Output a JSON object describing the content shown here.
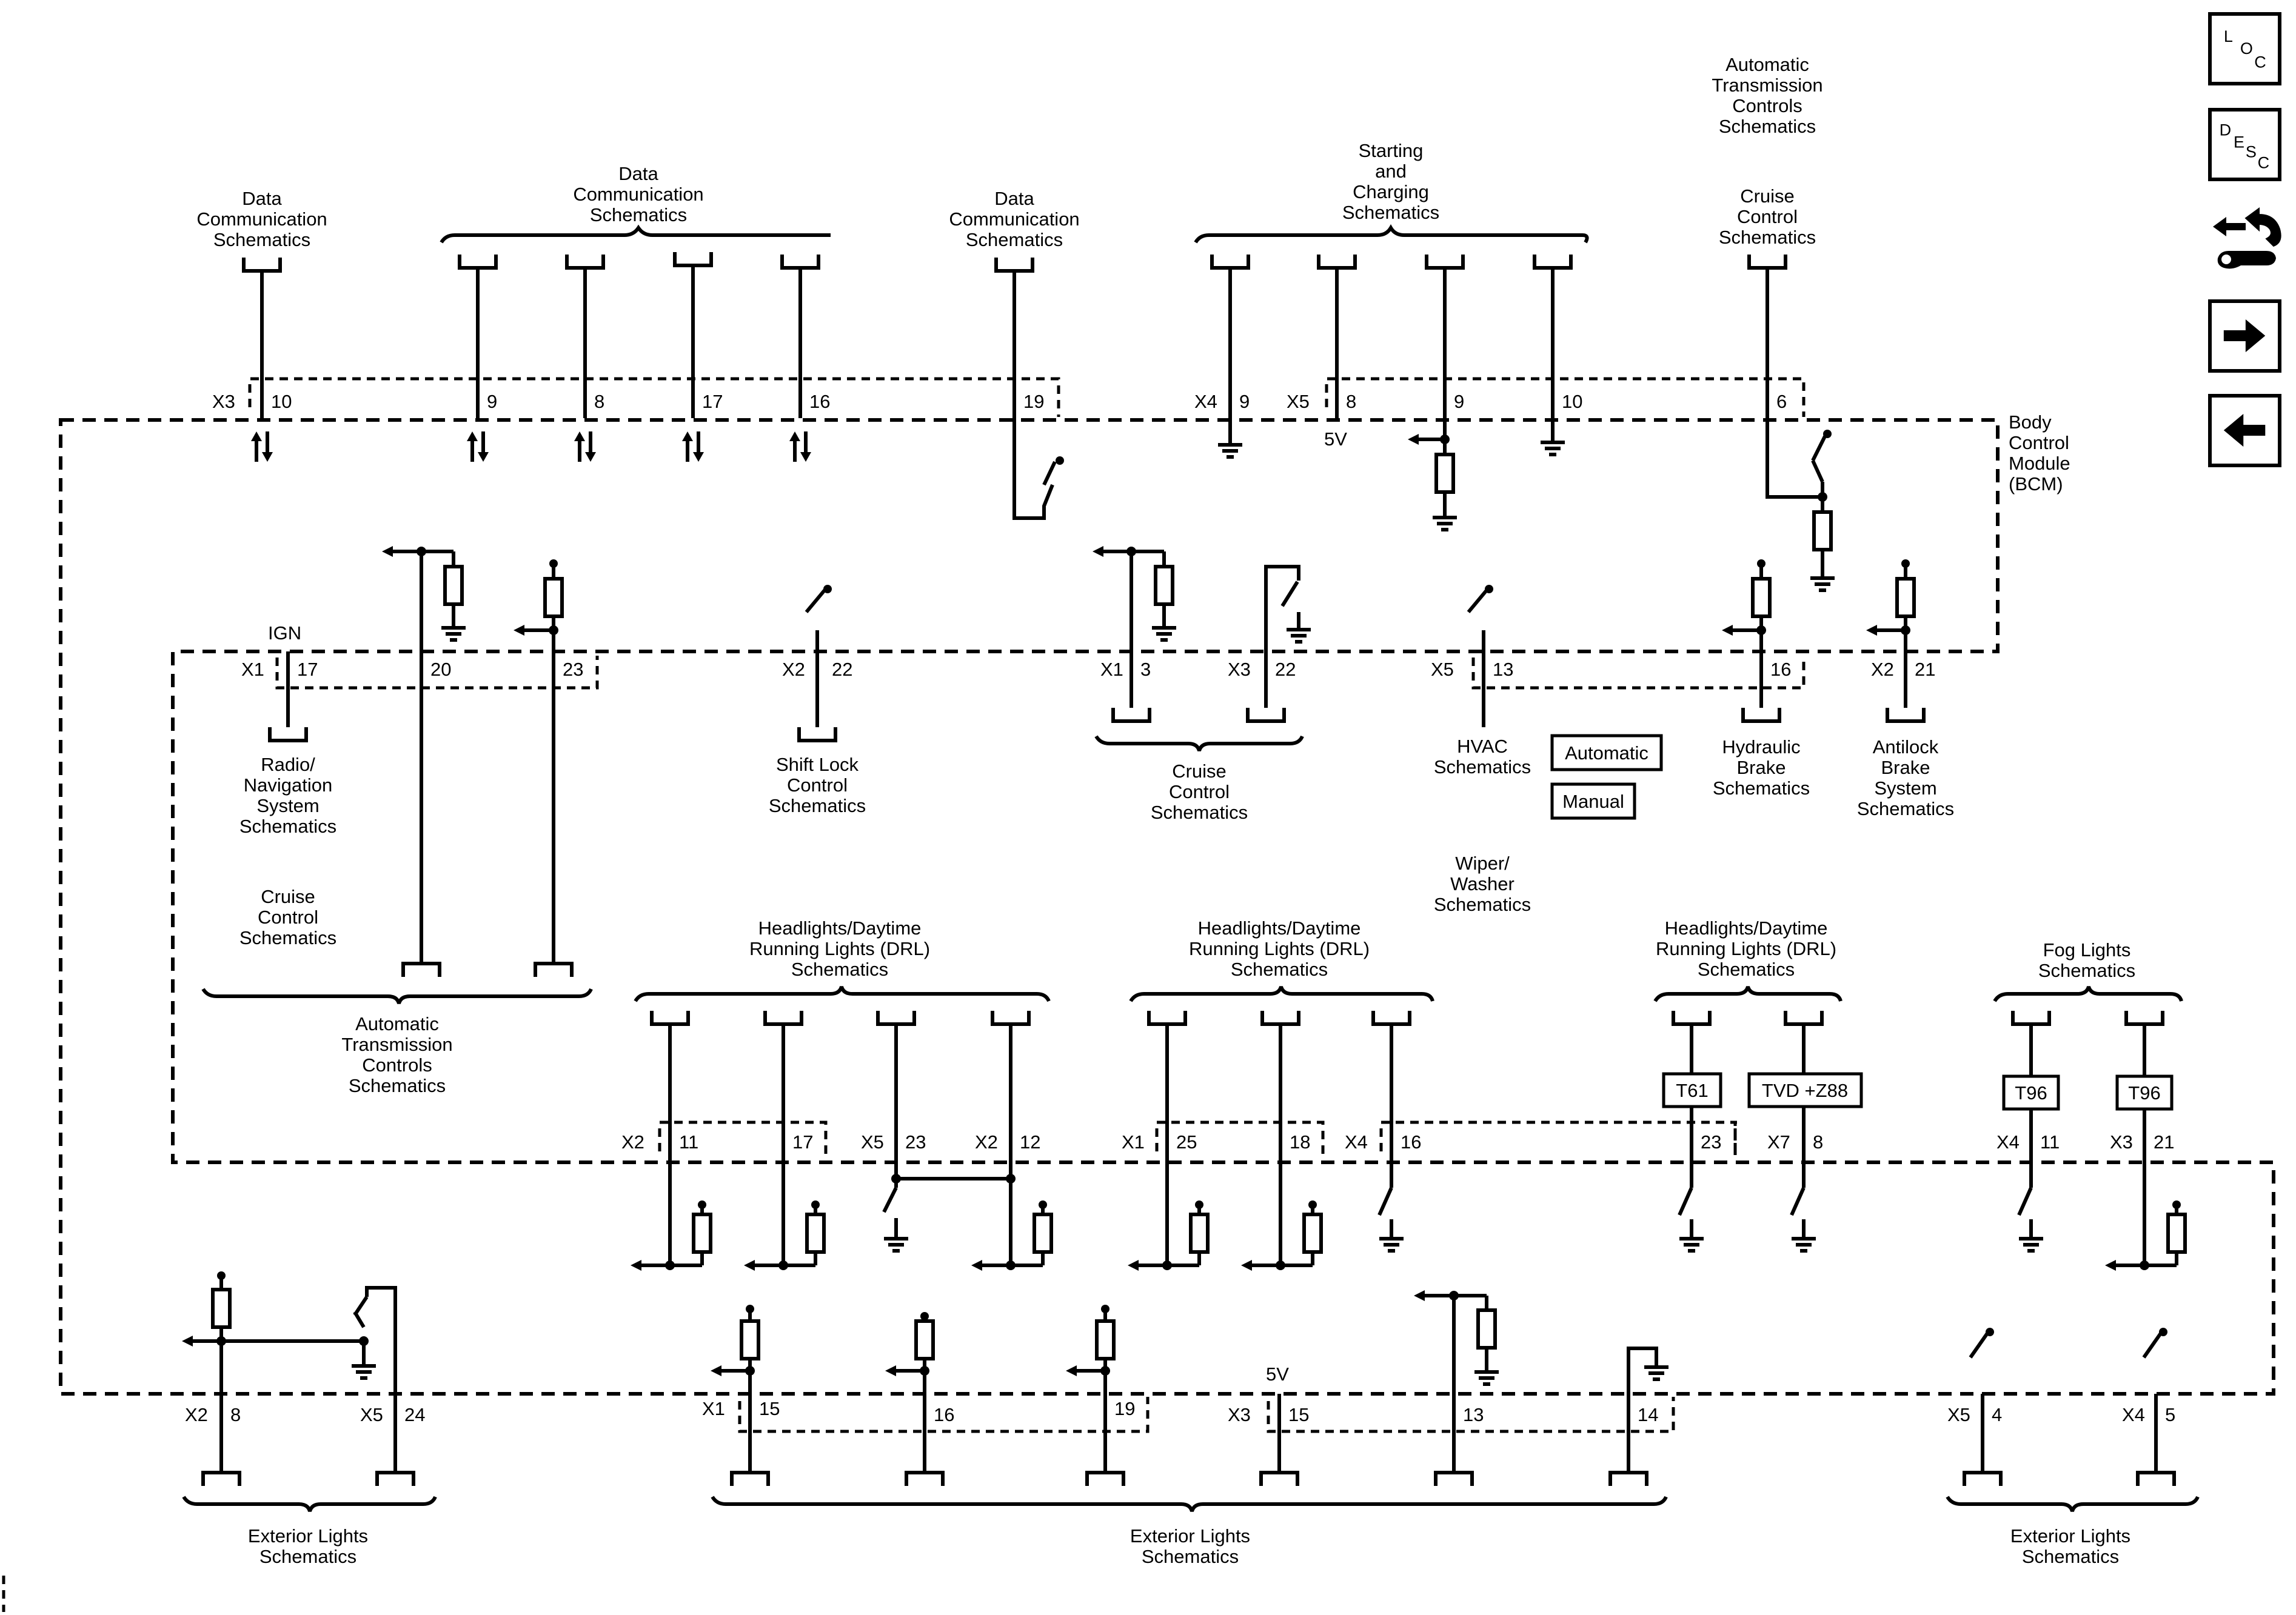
{
  "module": {
    "line1": "Body",
    "line2": "Control",
    "line3": "Module",
    "line4": "(BCM)"
  },
  "refs": {
    "data_comm_a": [
      "Data",
      "Communication",
      "Schematics"
    ],
    "data_comm_b": [
      "Data",
      "Communication",
      "Schematics"
    ],
    "data_comm_c": [
      "Data",
      "Communication",
      "Schematics"
    ],
    "starting": [
      "Starting",
      "and",
      "Charging",
      "Schematics"
    ],
    "auto_trans_top": [
      "Automatic",
      "Transmission",
      "Controls",
      "Schematics"
    ],
    "cruise_top": [
      "Cruise",
      "Control",
      "Schematics"
    ],
    "radio": [
      "Radio/",
      "Navigation",
      "System",
      "Schematics"
    ],
    "shift_lock": [
      "Shift Lock",
      "Control",
      "Schematics"
    ],
    "cruise_mid": [
      "Cruise",
      "Control",
      "Schematics"
    ],
    "hvac": [
      "HVAC",
      "Schematics"
    ],
    "hydraulic": [
      "Hydraulic",
      "Brake",
      "Schematics"
    ],
    "antilock": [
      "Antilock",
      "Brake",
      "System",
      "Schematics"
    ],
    "cruise_left": [
      "Cruise",
      "Control",
      "Schematics"
    ],
    "auto_trans_mid": [
      "Automatic",
      "Transmission",
      "Controls",
      "Schematics"
    ],
    "wiper": [
      "Wiper/",
      "Washer",
      "Schematics"
    ],
    "drl_1": [
      "Headlights/Daytime",
      "Running Lights (DRL)",
      "Schematics"
    ],
    "drl_2": [
      "Headlights/Daytime",
      "Running Lights (DRL)",
      "Schematics"
    ],
    "drl_3": [
      "Headlights/Daytime",
      "Running Lights (DRL)",
      "Schematics"
    ],
    "fog": [
      "Fog Lights",
      "Schematics"
    ],
    "ext_1": [
      "Exterior Lights",
      "Schematics"
    ],
    "ext_2": [
      "Exterior Lights",
      "Schematics"
    ],
    "ext_3": [
      "Exterior Lights",
      "Schematics"
    ]
  },
  "options": {
    "automatic": "Automatic",
    "manual": "Manual"
  },
  "connectors": {
    "top": {
      "x3": "X3",
      "p10": "10",
      "p9": "9",
      "p8": "8",
      "p17": "17",
      "p16": "16",
      "p19": "19",
      "x4": "X4",
      "x4p9": "9",
      "x5": "X5",
      "x5p8": "8",
      "x5p9": "9",
      "x5p10": "10",
      "x5p6": "6",
      "v5": "5V"
    },
    "mid": {
      "ign": "IGN",
      "x1": "X1",
      "p17": "17",
      "p20": "20",
      "p23": "23",
      "x2a": "X2",
      "p22": "22",
      "x1b": "X1",
      "p3": "3",
      "x3": "X3",
      "x3p22": "22",
      "x5": "X5",
      "p13": "13",
      "p16": "16",
      "x2b": "X2",
      "p21": "21"
    },
    "row3": {
      "x2a": "X2",
      "p11": "11",
      "p17": "17",
      "x5": "X5",
      "p23": "23",
      "x2b": "X2",
      "p12": "12",
      "x1": "X1",
      "p25": "25",
      "p18": "18",
      "x4a": "X4",
      "p16": "16",
      "x7p23": "23",
      "x7": "X7",
      "p8": "8",
      "x4b": "X4",
      "x3": "X3",
      "p21": "21"
    },
    "bottom": {
      "x2": "X2",
      "p8": "8",
      "x5": "X5",
      "p24": "24",
      "x1": "X1",
      "p15": "15",
      "p16": "16",
      "p19": "19",
      "v5": "5V",
      "x3": "X3",
      "x3p15": "15",
      "p13": "13",
      "p14": "14",
      "x5b": "X5",
      "p4": "4",
      "x4": "X4",
      "p5": "5"
    }
  },
  "option_codes": {
    "t61": "T61",
    "tvd": "TVD +Z88",
    "t96a": "T96",
    "t96b": "T96"
  },
  "nav": {
    "loc": [
      "L",
      "O",
      "C"
    ],
    "desc": [
      "D",
      "E",
      "S",
      "C"
    ],
    "icons": {
      "connector": "connector-wrench-icon",
      "next": "arrow-right-icon",
      "prev": "arrow-left-icon"
    }
  }
}
